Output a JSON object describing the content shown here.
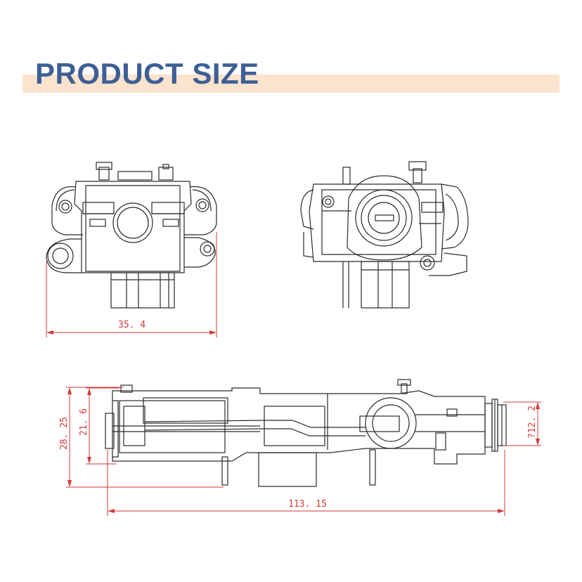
{
  "header": {
    "title": "PRODUCT SIZE"
  },
  "colors": {
    "title": "#3d5f96",
    "band": "#fbe3cd",
    "dimension": "#d33a3a",
    "line": "#2a2a2a"
  },
  "dimensions": {
    "front_width": "35. 4",
    "side_height_outer": "28. 25",
    "side_height_inner": "21. 6",
    "side_length": "113. 15",
    "nozzle_diameter": "?12. 2"
  }
}
